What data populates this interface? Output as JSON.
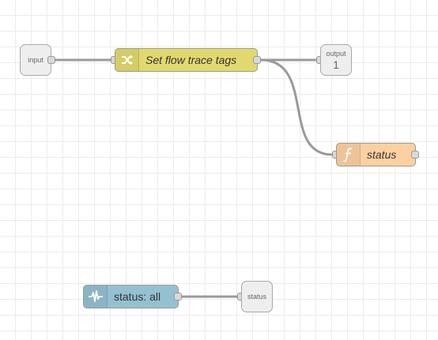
{
  "flow": {
    "nodes": {
      "input": {
        "label": "input",
        "type": "link-in"
      },
      "change": {
        "label": "Set flow trace tags",
        "type": "change",
        "color": "#e2d96e",
        "icon": "shuffle-icon"
      },
      "output": {
        "label": "output",
        "count": "1",
        "type": "link-out"
      },
      "function": {
        "label": "status",
        "type": "function",
        "color": "#fdd0a2",
        "icon": "function-icon"
      },
      "status_node": {
        "label": "status: all",
        "type": "status",
        "color": "#94c1d0",
        "icon": "pulse-icon"
      },
      "status_out": {
        "label": "status",
        "type": "link-out"
      }
    },
    "grid": true
  }
}
